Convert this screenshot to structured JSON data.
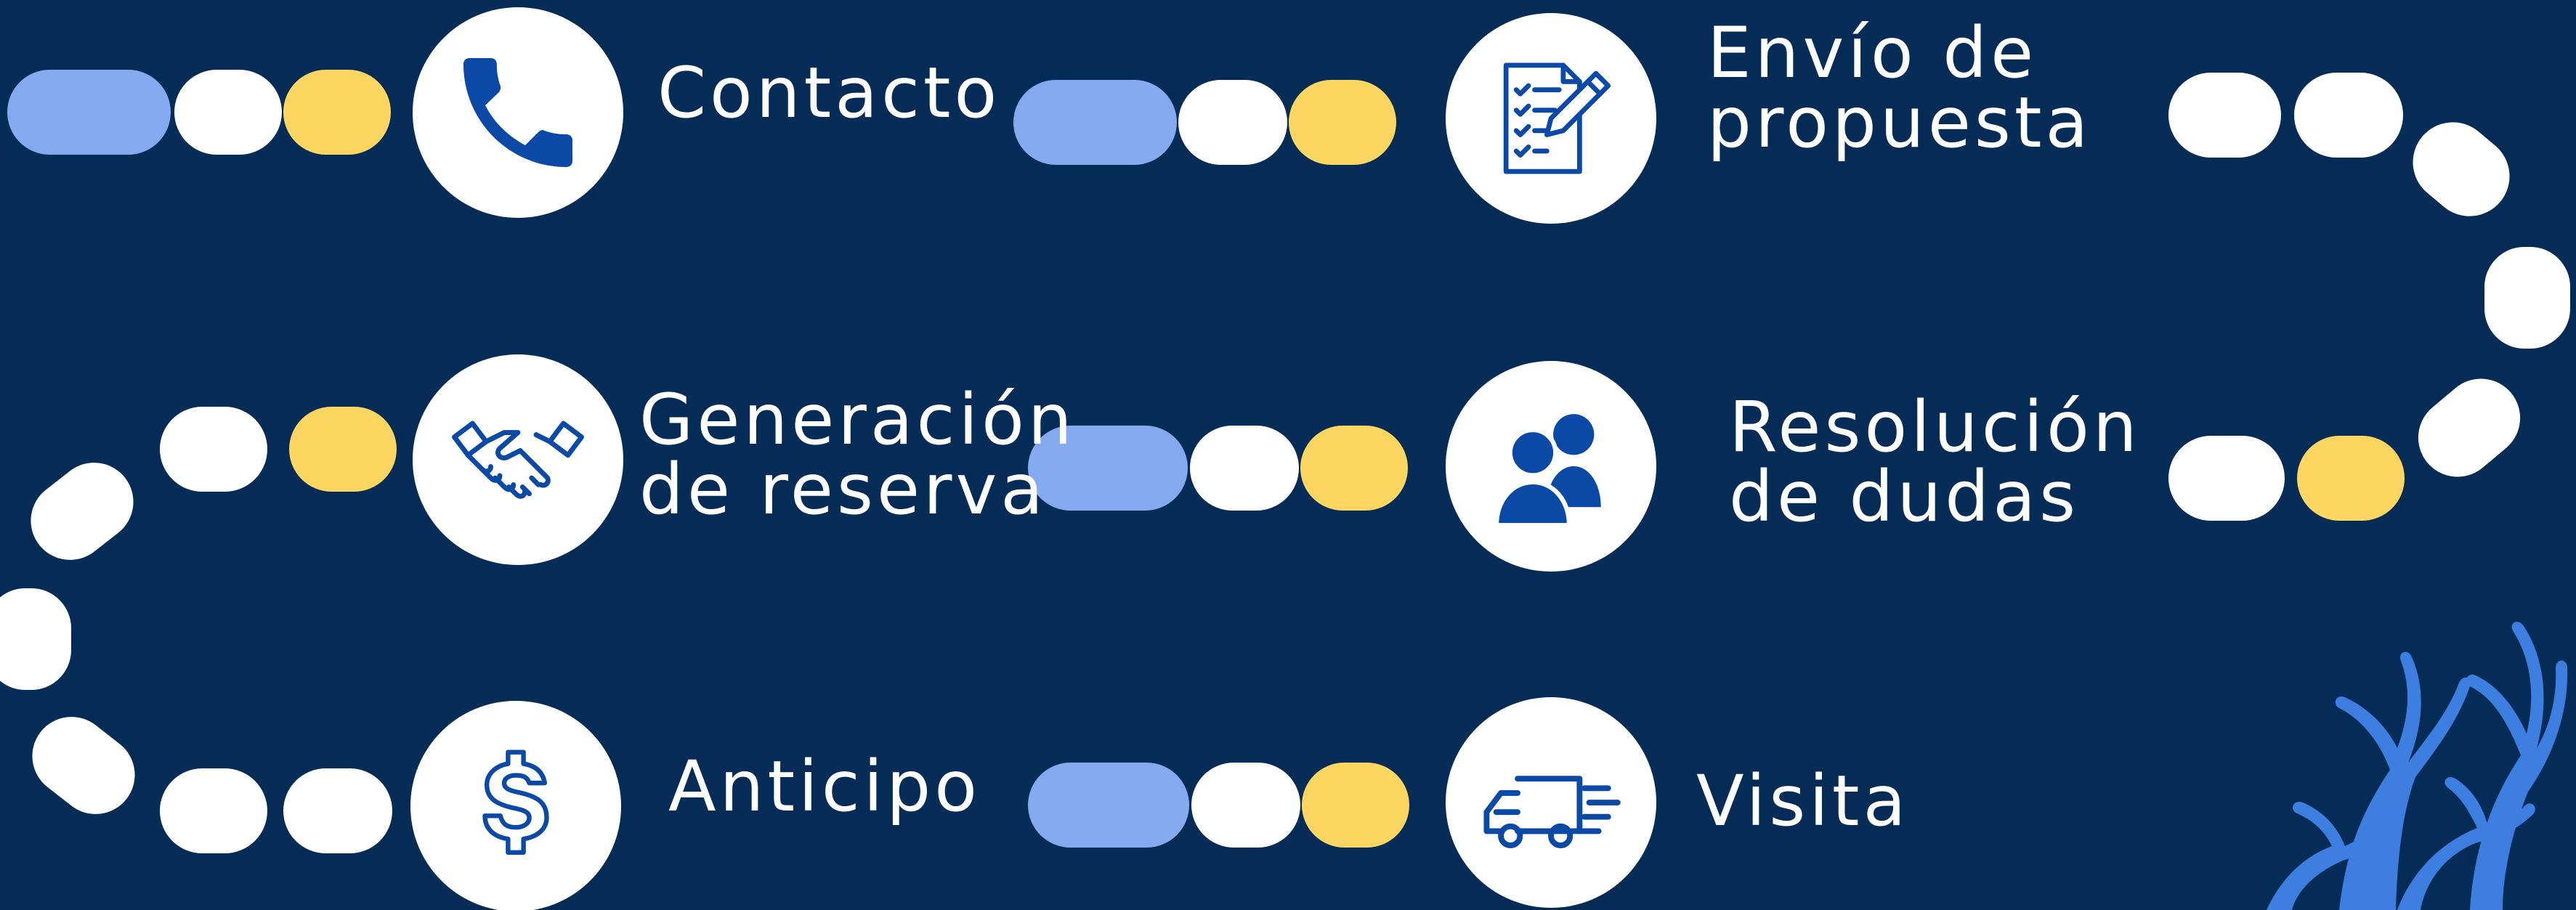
{
  "steps": [
    {
      "label": "Contacto",
      "icon": "phone-icon"
    },
    {
      "label": "Envío de\npropuesta",
      "icon": "document-pen-icon"
    },
    {
      "label": "Resolución\nde dudas",
      "icon": "people-icon"
    },
    {
      "label": "Generación\nde reserva",
      "icon": "handshake-icon"
    },
    {
      "label": "Anticipo",
      "icon": "dollar-icon"
    },
    {
      "label": "Visita",
      "icon": "delivery-truck-icon"
    }
  ],
  "colors": {
    "background": "#052b57",
    "icon": "#0a4aa6",
    "pill_blue": "#85aaf0",
    "pill_yellow": "#fdd662",
    "pill_white": "#ffffff",
    "coral": "#3c7fe0"
  }
}
